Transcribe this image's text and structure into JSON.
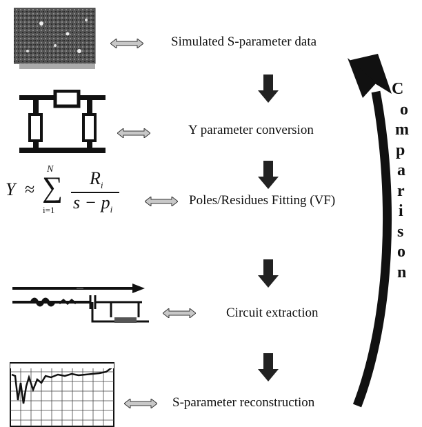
{
  "steps": [
    "Simulated S-parameter data",
    "Y parameter conversion",
    "Poles/Residues Fitting (VF)",
    "Circuit extraction",
    "S-parameter reconstruction"
  ],
  "side_label_letters": [
    "C",
    "o",
    "m",
    "p",
    "a",
    "r",
    "i",
    "s",
    "o",
    "n"
  ],
  "formula": {
    "lhs": "Y",
    "approx": "≈",
    "sum": "∑",
    "upper": "N",
    "lower": "i=1",
    "numerator": "R",
    "numerator_sub": "i",
    "denominator": "s − p",
    "denominator_sub": "i"
  },
  "colors": {
    "ink": "#111111",
    "arrow_fill": "#c8c8c8"
  }
}
